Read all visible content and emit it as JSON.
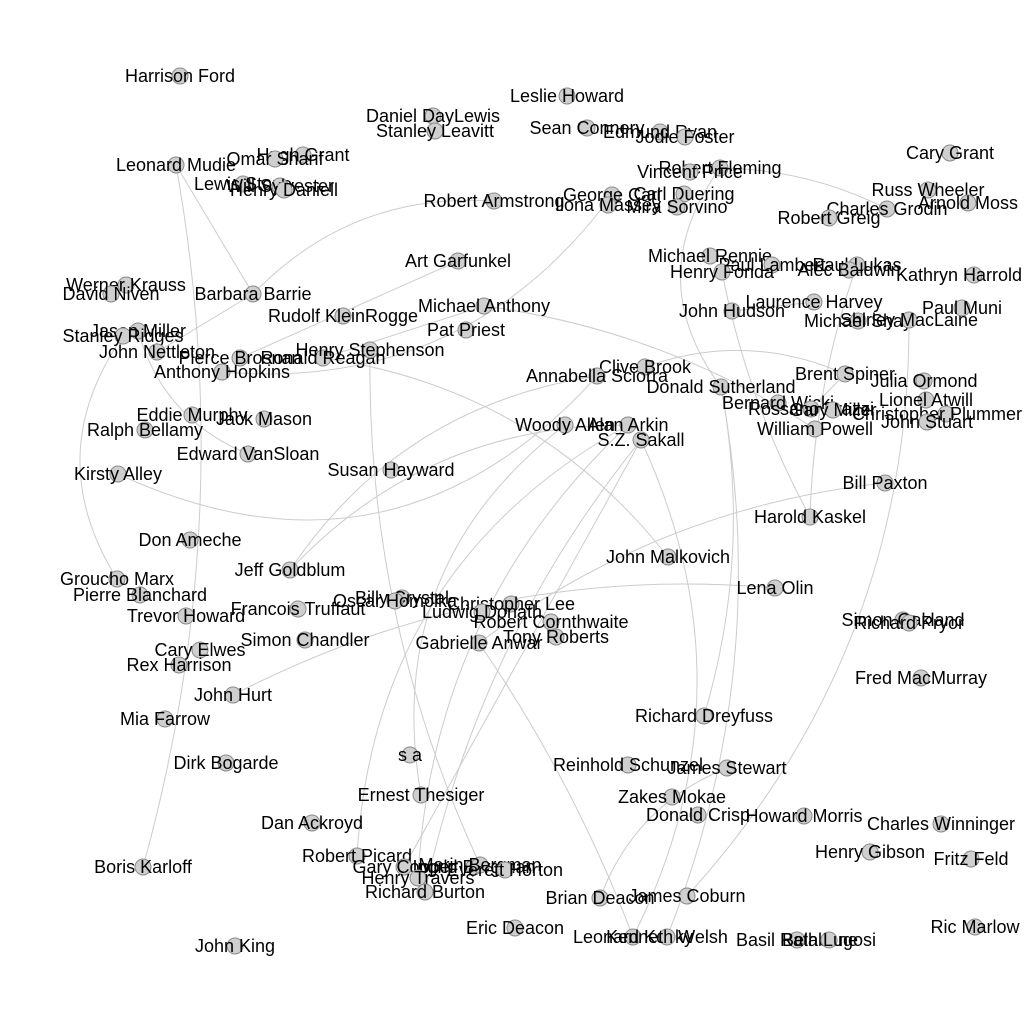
{
  "graph": {
    "node_color": "#cfcfcf",
    "edge_color": "#cccccc",
    "nodes": [
      {
        "id": "harrison-ford",
        "label": "Harrison Ford"
      },
      {
        "id": "leslie-howard",
        "label": "Leslie Howard"
      },
      {
        "id": "daniel-daylewis",
        "label": "Daniel DayLewis"
      },
      {
        "id": "stanley-leavitt",
        "label": "Stanley Leavitt"
      },
      {
        "id": "sean-connery",
        "label": "Sean Connery"
      },
      {
        "id": "edmund-ryan",
        "label": "Edmund Ryan"
      },
      {
        "id": "jodie-foster",
        "label": "Jodie Foster"
      },
      {
        "id": "cary-grant",
        "label": "Cary Grant"
      },
      {
        "id": "hugh-grant",
        "label": "Hugh Grant"
      },
      {
        "id": "omar-sharif",
        "label": "Omar Sharif"
      },
      {
        "id": "leonard-mudie",
        "label": "Leonard Mudie"
      },
      {
        "id": "robert-fleming",
        "label": "Robert Fleming"
      },
      {
        "id": "vincent-price",
        "label": "Vincent Price"
      },
      {
        "id": "lewis-stone",
        "label": "Lewis Stone"
      },
      {
        "id": "will-sylvester",
        "label": "Will Sylvester"
      },
      {
        "id": "henry-daniell",
        "label": "Henry Daniell"
      },
      {
        "id": "russ-wheeler",
        "label": "Russ Wheeler"
      },
      {
        "id": "george-carl",
        "label": "George Carl"
      },
      {
        "id": "carl-duering",
        "label": "Carl Duering"
      },
      {
        "id": "arnold-moss",
        "label": "Arnold Moss"
      },
      {
        "id": "robert-armstrong",
        "label": "Robert Armstrong"
      },
      {
        "id": "ilona-massey",
        "label": "Ilona Massey"
      },
      {
        "id": "mira-sorvino",
        "label": "Mira Sorvino"
      },
      {
        "id": "charles-grodin",
        "label": "Charles Grodin"
      },
      {
        "id": "robert-greig",
        "label": "Robert Greig"
      },
      {
        "id": "art-garfunkel",
        "label": "Art Garfunkel"
      },
      {
        "id": "michael-rennie",
        "label": "Michael Rennie"
      },
      {
        "id": "paul-lambert",
        "label": "Paul Lambert"
      },
      {
        "id": "paul-lukas",
        "label": "Paul Lukas"
      },
      {
        "id": "henry-fonda",
        "label": "Henry Fonda"
      },
      {
        "id": "alec-baldwin",
        "label": "Alec Baldwin"
      },
      {
        "id": "kathryn-harrold",
        "label": "Kathryn Harrold"
      },
      {
        "id": "werner-krauss",
        "label": "Werner Krauss"
      },
      {
        "id": "david-niven",
        "label": "David Niven"
      },
      {
        "id": "barbara-barrie",
        "label": "Barbara Barrie"
      },
      {
        "id": "michael-anthony",
        "label": "Michael Anthony"
      },
      {
        "id": "laurence-harvey",
        "label": "Laurence Harvey"
      },
      {
        "id": "paul-muni",
        "label": "Paul Muni"
      },
      {
        "id": "john-hudson",
        "label": "John Hudson"
      },
      {
        "id": "michael-shay",
        "label": "Michael Shay"
      },
      {
        "id": "shirley-maclaine",
        "label": "Shirley MacLaine"
      },
      {
        "id": "rudolf-kleinrogge",
        "label": "Rudolf KleinRogge"
      },
      {
        "id": "pat-priest",
        "label": "Pat Priest"
      },
      {
        "id": "jason-miller",
        "label": "Jason Miller"
      },
      {
        "id": "stanley-ridges",
        "label": "Stanley Ridges"
      },
      {
        "id": "john-nettleton",
        "label": "John Nettleton"
      },
      {
        "id": "pierce-brosnan",
        "label": "Pierce Brosnan"
      },
      {
        "id": "ronald-reagan",
        "label": "Ronald Reagan"
      },
      {
        "id": "henry-stephenson",
        "label": "Henry Stephenson"
      },
      {
        "id": "clive-brook",
        "label": "Clive Brook"
      },
      {
        "id": "annabella-sciorra",
        "label": "Annabella Sciorra"
      },
      {
        "id": "donald-sutherland",
        "label": "Donald Sutherland"
      },
      {
        "id": "brent-spiner",
        "label": "Brent Spiner"
      },
      {
        "id": "julia-ormond",
        "label": "Julia Ormond"
      },
      {
        "id": "anthony-hopkins",
        "label": "Anthony Hopkins"
      },
      {
        "id": "bernard-wicki",
        "label": "Bernard Wicki"
      },
      {
        "id": "lionel-atwill",
        "label": "Lionel Atwill"
      },
      {
        "id": "rossano-brazzi",
        "label": "Rossano Brazzi"
      },
      {
        "id": "gary-miller",
        "label": "Gary Miller"
      },
      {
        "id": "christopher-plummer",
        "label": "Christopher Plummer"
      },
      {
        "id": "eddie-murphy",
        "label": "Eddie Murphy"
      },
      {
        "id": "jack-mason",
        "label": "Jack Mason"
      },
      {
        "id": "woody-allen",
        "label": "Woody Allen"
      },
      {
        "id": "alan-arkin",
        "label": "Alan Arkin"
      },
      {
        "id": "john-stuart",
        "label": "John Stuart"
      },
      {
        "id": "ralph-bellamy",
        "label": "Ralph Bellamy"
      },
      {
        "id": "william-powell",
        "label": "William Powell"
      },
      {
        "id": "sz-sakall",
        "label": "S.Z. Sakall"
      },
      {
        "id": "edward-vansloan",
        "label": "Edward VanSloan"
      },
      {
        "id": "susan-hayward",
        "label": "Susan Hayward"
      },
      {
        "id": "kirsty-alley",
        "label": "Kirsty Alley"
      },
      {
        "id": "bill-paxton",
        "label": "Bill Paxton"
      },
      {
        "id": "harold-kaskel",
        "label": "Harold Kaskel"
      },
      {
        "id": "don-ameche",
        "label": "Don Ameche"
      },
      {
        "id": "john-malkovich",
        "label": "John Malkovich"
      },
      {
        "id": "jeff-goldblum",
        "label": "Jeff Goldblum"
      },
      {
        "id": "groucho-marx",
        "label": "Groucho Marx"
      },
      {
        "id": "lena-olin",
        "label": "Lena Olin"
      },
      {
        "id": "pierre-blanchard",
        "label": "Pierre Blanchard"
      },
      {
        "id": "billy-crystal",
        "label": "Billy Crystal"
      },
      {
        "id": "oscar-homolka",
        "label": "Oscar Homolka"
      },
      {
        "id": "christopher-lee",
        "label": "Christopher Lee"
      },
      {
        "id": "francois-truffaut",
        "label": "Francois Truffaut"
      },
      {
        "id": "ludwig-donath",
        "label": "Ludwig Donath"
      },
      {
        "id": "trevor-howard",
        "label": "Trevor Howard"
      },
      {
        "id": "simon-oakland",
        "label": "Simon Oakland"
      },
      {
        "id": "richard-pryor",
        "label": "Richard Pryor"
      },
      {
        "id": "robert-cornthwaite",
        "label": "Robert Cornthwaite"
      },
      {
        "id": "simon-chandler",
        "label": "Simon Chandler"
      },
      {
        "id": "tony-roberts",
        "label": "Tony Roberts"
      },
      {
        "id": "cary-elwes",
        "label": "Cary Elwes"
      },
      {
        "id": "gabrielle-anwar",
        "label": "Gabrielle Anwar"
      },
      {
        "id": "rex-harrison",
        "label": "Rex Harrison"
      },
      {
        "id": "fred-macmurray",
        "label": "Fred MacMurray"
      },
      {
        "id": "john-hurt",
        "label": "John Hurt"
      },
      {
        "id": "richard-dreyfuss",
        "label": "Richard Dreyfuss"
      },
      {
        "id": "mia-farrow",
        "label": "Mia Farrow"
      },
      {
        "id": "sa",
        "label": "s a"
      },
      {
        "id": "dirk-bogarde",
        "label": "Dirk Bogarde"
      },
      {
        "id": "reinhold-schunzel",
        "label": "Reinhold Schunzel"
      },
      {
        "id": "james-stewart",
        "label": "James Stewart"
      },
      {
        "id": "ernest-thesiger",
        "label": "Ernest Thesiger"
      },
      {
        "id": "zakes-mokae",
        "label": "Zakes Mokae"
      },
      {
        "id": "donald-crisp",
        "label": "Donald Crisp"
      },
      {
        "id": "howard-morris",
        "label": "Howard Morris"
      },
      {
        "id": "dan-ackroyd",
        "label": "Dan Ackroyd"
      },
      {
        "id": "charles-winninger",
        "label": "Charles Winninger"
      },
      {
        "id": "henry-gibson",
        "label": "Henry Gibson"
      },
      {
        "id": "fritz-feld",
        "label": "Fritz Feld"
      },
      {
        "id": "robert-picard",
        "label": "Robert Picard"
      },
      {
        "id": "boris-karloff",
        "label": "Boris Karloff"
      },
      {
        "id": "gary-cooper",
        "label": "Gary Cooper"
      },
      {
        "id": "ingrid-bergman",
        "label": "Ingrid Bergman"
      },
      {
        "id": "marin-bergman",
        "label": "Marin Bergman"
      },
      {
        "id": "henry-travers",
        "label": "Henry Travers"
      },
      {
        "id": "everett-horton",
        "label": "Everett Horton"
      },
      {
        "id": "richard-burton",
        "label": "Richard Burton"
      },
      {
        "id": "brian-deacon",
        "label": "Brian Deacon"
      },
      {
        "id": "james-coburn",
        "label": "James Coburn"
      },
      {
        "id": "eric-deacon",
        "label": "Eric Deacon"
      },
      {
        "id": "leonard-kesky",
        "label": "Leonard Kesky"
      },
      {
        "id": "kenneth-welsh",
        "label": "Kenneth Welsh"
      },
      {
        "id": "basil-rathbone",
        "label": "Basil Rathbone"
      },
      {
        "id": "bela-lugosi",
        "label": "Bela Lugosi"
      },
      {
        "id": "ric-marlow",
        "label": "Ric Marlow"
      },
      {
        "id": "john-king",
        "label": "John King"
      }
    ]
  }
}
